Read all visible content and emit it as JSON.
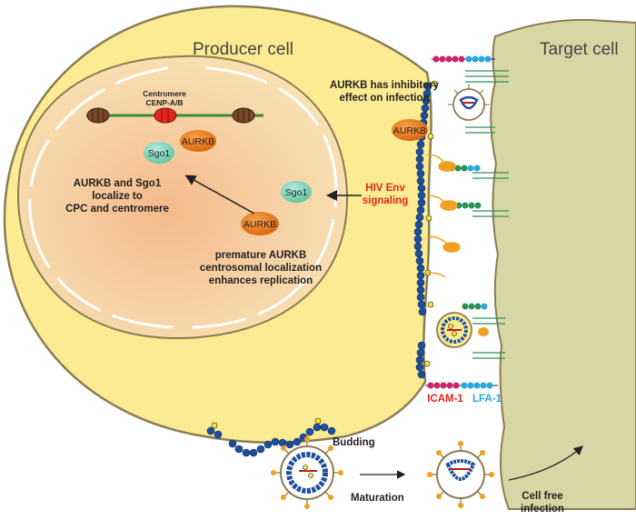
{
  "labels": {
    "producer_cell": "Producer cell",
    "target_cell": "Target cell",
    "centromere_line1": "Centromere",
    "centromere_line2": "CENP-A/B",
    "aurkb": "AURKB",
    "sgo1": "Sgo1",
    "localize_line1": "AURKB and Sgo1",
    "localize_line2": "localize to",
    "localize_line3": "CPC and centromere",
    "premature_line1": "premature AURKB",
    "premature_line2": "centrosomal localization",
    "premature_line3": "enhances replication",
    "hiv_line1": "HIV Env",
    "hiv_line2": "signaling",
    "inhibit_line1": "AURKB has inhibitory",
    "inhibit_line2": "effect on infection",
    "icam": "ICAM-1",
    "lfa": "LFA-1",
    "budding": "Budding",
    "maturation": "Maturation",
    "cellfree_line1": "Cell free",
    "cellfree_line2": "infection"
  },
  "colors": {
    "cell_fill": "#fbeb93",
    "cell_stroke": "#8b7d52",
    "nucleus_fill": "#f6d7a8",
    "target_fill": "#d9d6a6",
    "aurkb": "#e67817",
    "sgo1": "#7fd3b8",
    "icam": "#e2261d",
    "lfa": "#29a8e0",
    "gag": "#1f4e9c"
  }
}
